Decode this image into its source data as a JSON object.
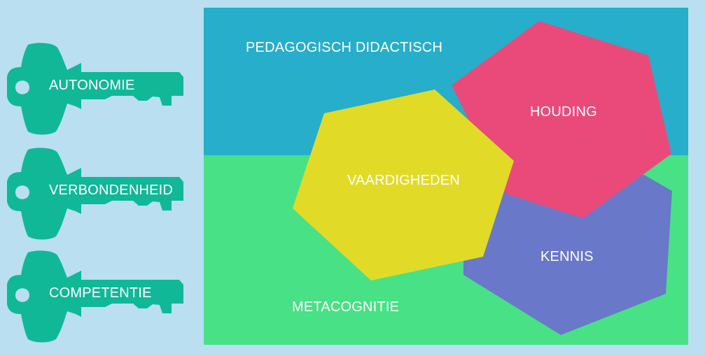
{
  "colors": {
    "background": "#b9dff0",
    "key_fill": "#10b898",
    "top_zone": "#26aecb",
    "bottom_zone": "#49e185",
    "houding": "#ea4a7a",
    "vaardigheden": "#e1db28",
    "kennis": "#6978c9",
    "text": "#ffffff"
  },
  "keys": [
    {
      "label": "AUTONOMIE"
    },
    {
      "label": "VERBONDENHEID"
    },
    {
      "label": "COMPETENTIE"
    }
  ],
  "zones": {
    "top": {
      "label": "PEDAGOGISCH DIDACTISCH"
    },
    "bottom": {
      "label": "METACOGNITIE"
    }
  },
  "hexagons": {
    "houding": {
      "label": "HOUDING"
    },
    "vaardigheden": {
      "label": "VAARDIGHEDEN"
    },
    "kennis": {
      "label": "KENNIS"
    }
  }
}
